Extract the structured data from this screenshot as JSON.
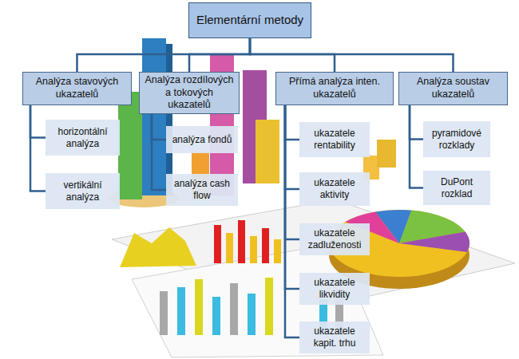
{
  "diagram": {
    "nodes": [
      {
        "text": [
          "Elementární metody"
        ]
      },
      {
        "text": [
          "Analýza stavových ukazatelů"
        ]
      },
      {
        "text": [
          "Analýza rozdílových a tokových ukazatelů"
        ]
      },
      {
        "text": [
          "Přímá analýza inten. ukazatelů"
        ]
      },
      {
        "text": [
          "Analýza soustav ukazatelů"
        ]
      },
      {
        "text": [
          "horizontální analýza"
        ]
      },
      {
        "text": [
          "vertikální analýza"
        ]
      },
      {
        "text": [
          "analýza fondů"
        ]
      },
      {
        "text": [
          "analýza cash flow"
        ]
      },
      {
        "text": [
          "ukazatele rentability"
        ]
      },
      {
        "text": [
          "ukazatele aktivity"
        ]
      },
      {
        "text": [
          "ukazatele zadluženosti"
        ]
      },
      {
        "text": [
          "ukazatele likvidity"
        ]
      },
      {
        "text": [
          "ukazatele kapit. trhu"
        ]
      },
      {
        "text": [
          "pyramidové rozklady"
        ]
      },
      {
        "text": [
          "DuPont rozklad"
        ]
      }
    ],
    "edges": [
      {
        "from": 0,
        "to": 1,
        "arrow": "none"
      },
      {
        "from": 0,
        "to": 2,
        "arrow": "none"
      },
      {
        "from": 0,
        "to": 3,
        "arrow": "none"
      },
      {
        "from": 0,
        "to": 4,
        "arrow": "none"
      },
      {
        "from": 1,
        "to": 5,
        "arrow": "none"
      },
      {
        "from": 1,
        "to": 6,
        "arrow": "none"
      },
      {
        "from": 2,
        "to": 7,
        "arrow": "none"
      },
      {
        "from": 2,
        "to": 8,
        "arrow": "none"
      },
      {
        "from": 3,
        "to": 9,
        "arrow": "none"
      },
      {
        "from": 3,
        "to": 10,
        "arrow": "none"
      },
      {
        "from": 3,
        "to": 11,
        "arrow": "none"
      },
      {
        "from": 3,
        "to": 12,
        "arrow": "none"
      },
      {
        "from": 3,
        "to": 13,
        "arrow": "none"
      },
      {
        "from": 4,
        "to": 14,
        "arrow": "none"
      },
      {
        "from": 4,
        "to": 15,
        "arrow": "none"
      }
    ]
  }
}
